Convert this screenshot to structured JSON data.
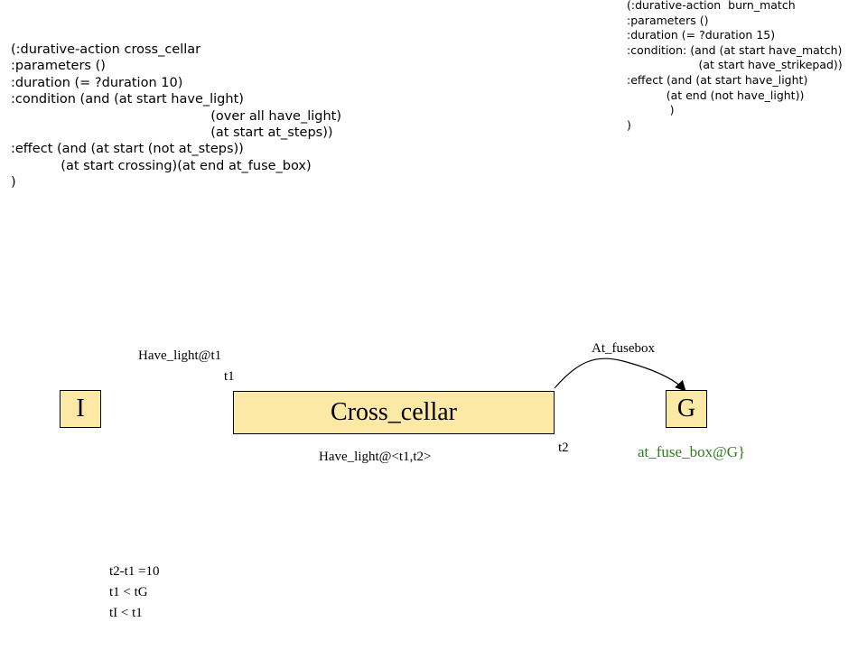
{
  "code_left": "(:durative-action cross_cellar\n:parameters ()\n:duration (= ?duration 10)\n:condition (and (at start have_light)\n                                                (over all have_light)\n                                                (at start at_steps))\n:effect (and (at start (not at_steps))\n            (at start crossing)(at end at_fuse_box)\n)",
  "code_right": "(:durative-action  burn_match\n:parameters ()\n:duration (= ?duration 15)\n:condition: (and (at start have_match)\n                    (at start have_strikepad))\n:effect (and (at start have_light)\n           (at end (not have_light))\n            )\n)",
  "diagram": {
    "init_node": "I",
    "goal_node": "G",
    "action": "Cross_cellar",
    "label_start_condition": "Have_light@t1",
    "label_t1": "t1",
    "label_t2": "t2",
    "label_over_all": "Have_light@<t1,t2>",
    "label_arc": "At_fusebox",
    "label_goal": "at_fuse_box@G}"
  },
  "constraints": [
    "t2-t1 =10",
    "t1 < tG",
    "tI < t1"
  ],
  "colors": {
    "box_fill": "#fde9a6",
    "goal_text": "#2e7d1e"
  }
}
